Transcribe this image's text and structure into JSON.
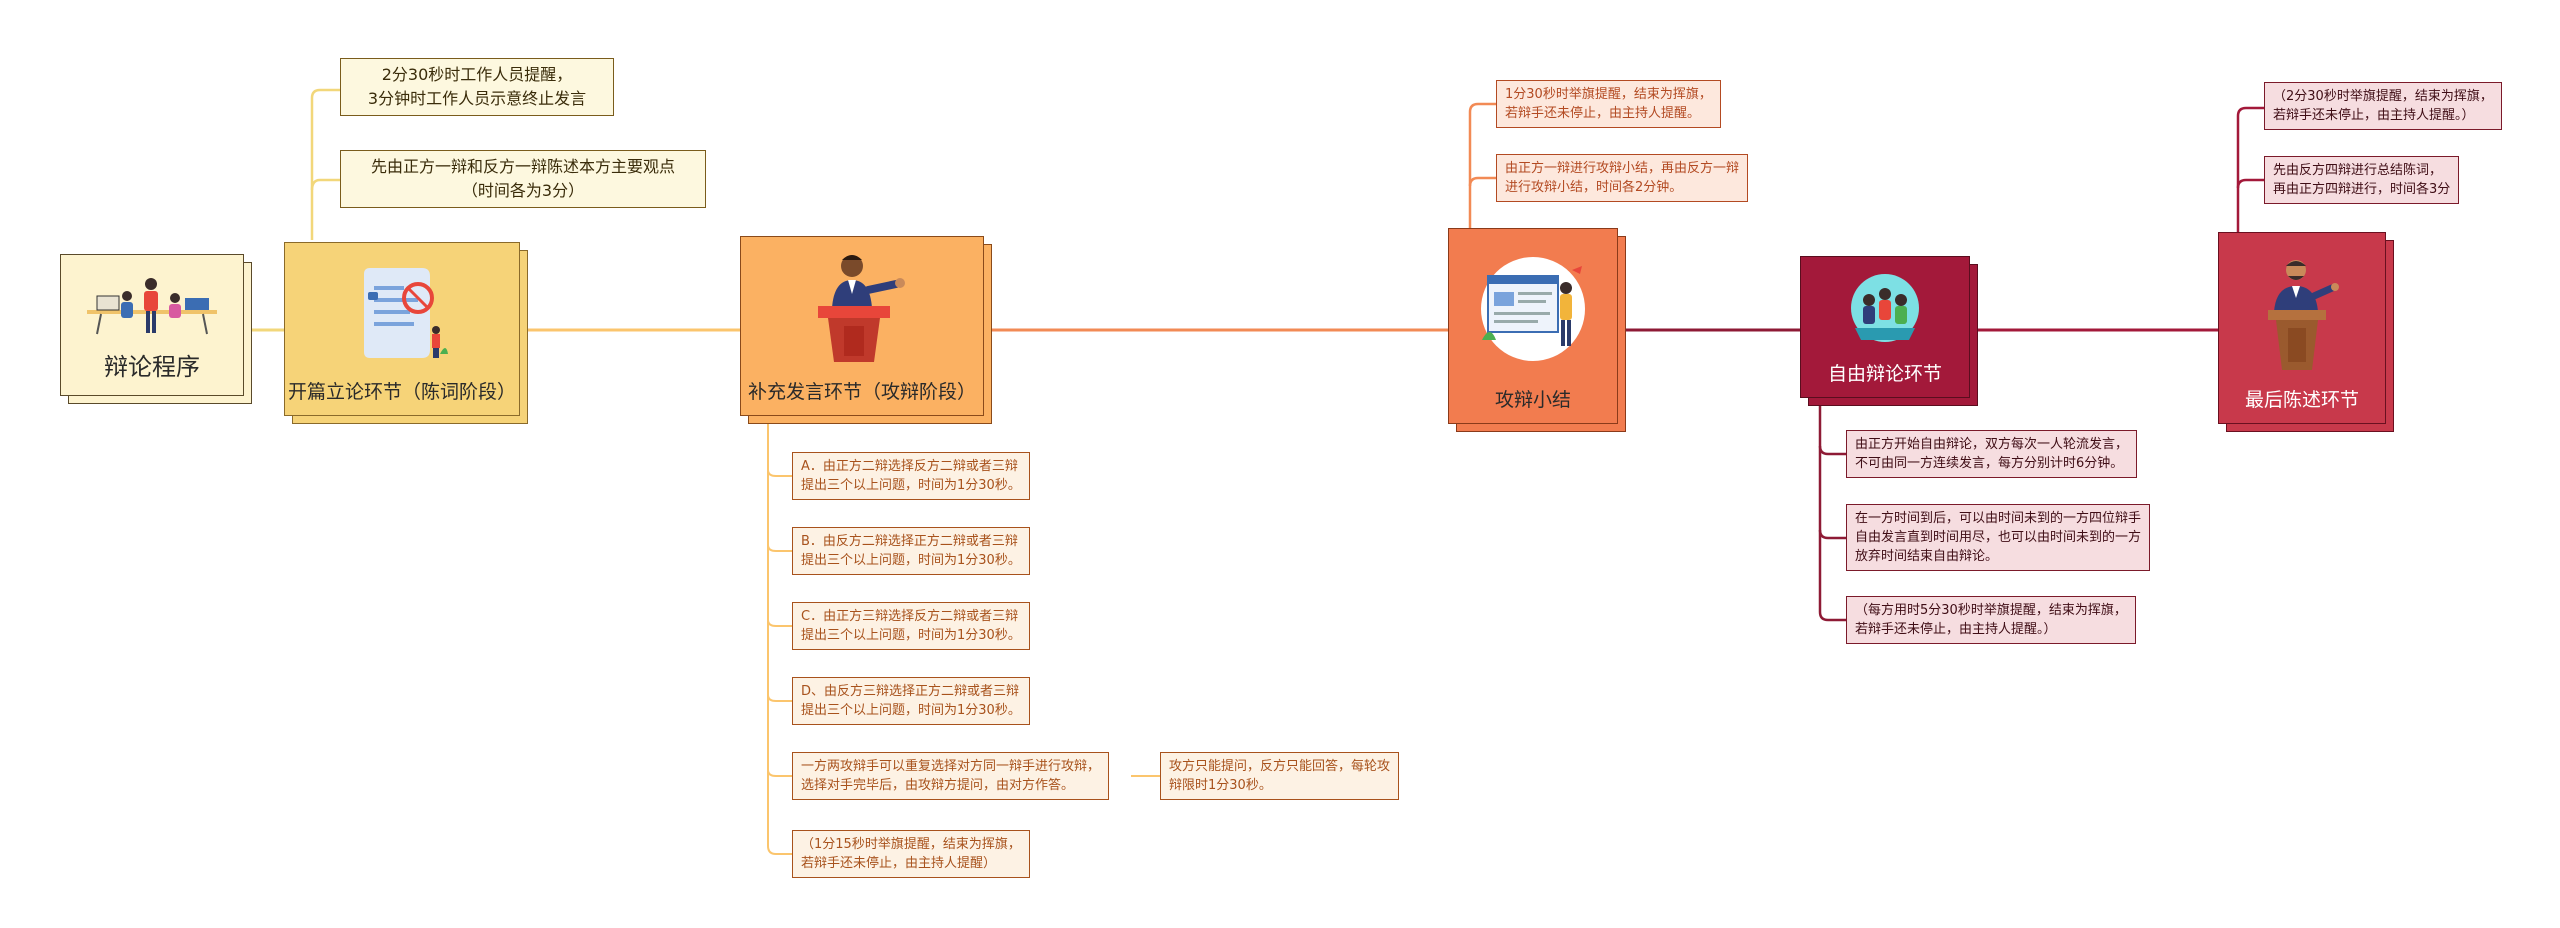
{
  "colors": {
    "yellow": "#f2d77a",
    "orange": "#fbb162",
    "coral": "#f27c4f",
    "crimson": "#a3193a",
    "red": "#c8394b"
  },
  "root": {
    "label": "辩论程序",
    "icon": "debate-team-illustration"
  },
  "stage1": {
    "label": "开篇立论环节（陈词阶段）",
    "icon": "document-review-illustration",
    "notes": [
      [
        "2分30秒时工作人员提醒，",
        "3分钟时工作人员示意终止发言"
      ],
      [
        "先由正方一辩和反方一辩陈述本方主要观点",
        "（时间各为3分）"
      ]
    ]
  },
  "stage2": {
    "label": "补充发言环节（攻辩阶段）",
    "icon": "speaker-podium-illustration",
    "notes": [
      [
        "A．由正方二辩选择反方二辩或者三辩",
        "提出三个以上问题，时间为1分30秒。"
      ],
      [
        "B．由反方二辩选择正方二辩或者三辩",
        "提出三个以上问题，时间为1分30秒。"
      ],
      [
        "C．由正方三辩选择反方二辩或者三辩",
        "提出三个以上问题，时间为1分30秒。"
      ],
      [
        "D、由反方三辩选择正方二辩或者三辩",
        "提出三个以上问题，时间为1分30秒。"
      ],
      [
        "一方两攻辩手可以重复选择对方同一辩手进行攻辩，",
        "选择对手完毕后，由攻辩方提问，由对方作答。"
      ],
      [
        "（1分15秒时举旗提醒，结束为挥旗，",
        "若辩手还未停止，由主持人提醒）"
      ]
    ],
    "subnote": [
      "攻方只能提问，反方只能回答，每轮攻",
      "辩限时1分30秒。"
    ]
  },
  "stage3": {
    "label": "攻辩小结",
    "icon": "presentation-board-illustration",
    "notes": [
      [
        "1分30秒时举旗提醒，结束为挥旗，",
        "若辩手还未停止，由主持人提醒。"
      ],
      [
        "由正方一辩进行攻辩小结，再由反方一辩",
        "进行攻辩小结，时间各2分钟。"
      ]
    ]
  },
  "stage4": {
    "label": "自由辩论环节",
    "icon": "team-discussion-illustration",
    "notes": [
      [
        "由正方开始自由辩论，双方每次一人轮流发言，",
        "不可由同一方连续发言，每方分别计时6分钟。"
      ],
      [
        "在一方时间到后，可以由时间未到的一方四位辩手",
        "自由发言直到时间用尽，也可以由时间未到的一方",
        "放弃时间结束自由辩论。"
      ],
      [
        "（每方用时5分30秒时举旗提醒，结束为挥旗，",
        "若辩手还未停止，由主持人提醒。）"
      ]
    ]
  },
  "stage5": {
    "label": "最后陈述环节",
    "icon": "speaker-podium-illustration",
    "notes": [
      [
        "（2分30秒时举旗提醒，结束为挥旗，",
        "若辩手还未停止，由主持人提醒。）"
      ],
      [
        "先由反方四辩进行总结陈词，",
        "再由正方四辩进行，时间各3分"
      ]
    ]
  }
}
